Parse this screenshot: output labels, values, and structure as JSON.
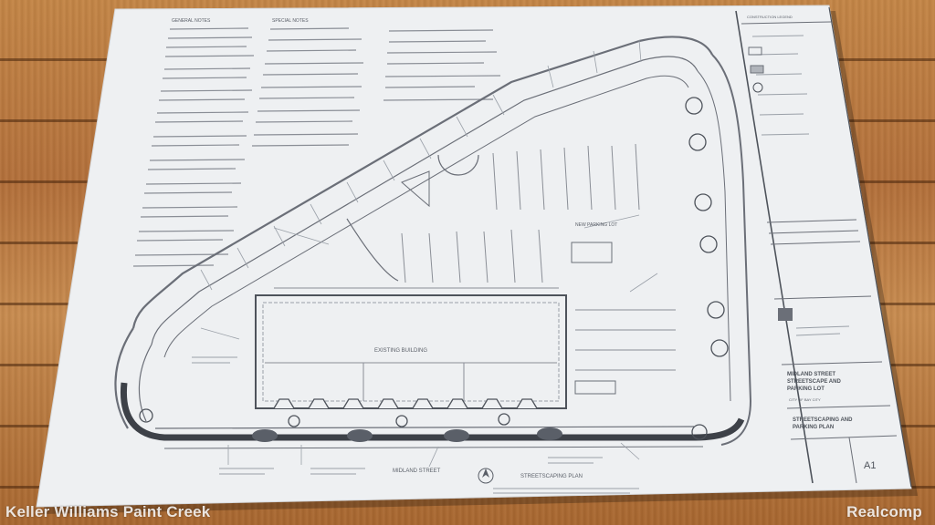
{
  "photo": {
    "subject": "architectural-drawing-on-wood-table",
    "table_color": "#b9763b",
    "paper_color": "#eef0f2",
    "ink_color": "#6b6f78"
  },
  "drawing": {
    "building_label": "EXISTING BUILDING",
    "street_label": "MIDLAND STREET",
    "plan_label": "STREETSCAPING PLAN",
    "lot_label": "NEW PARKING LOT",
    "notes_heading_1": "GENERAL NOTES",
    "notes_heading_2": "SPECIAL NOTES",
    "title_line_1": "MIDLAND STREET",
    "title_line_2": "STREETSCAPE AND",
    "title_line_3": "PARKING LOT",
    "city": "CITY OF BAY CITY",
    "sheet_title_1": "STREETSCAPING AND",
    "sheet_title_2": "PARKING PLAN",
    "sheet_number": "A1",
    "legend_heading": "CONSTRUCTION LEGEND"
  },
  "watermarks": {
    "left": "Keller Williams Paint Creek",
    "right": "Realcomp"
  }
}
